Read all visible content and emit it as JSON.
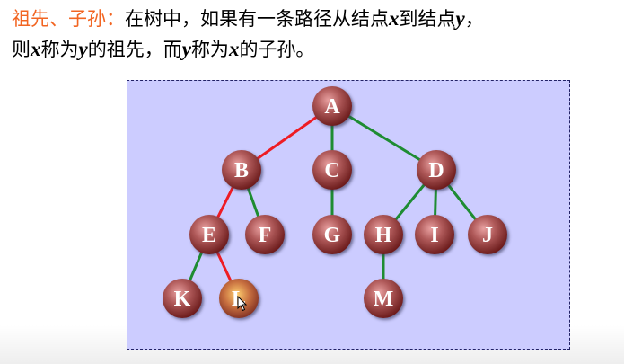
{
  "definition": {
    "term": "祖先、子孙：",
    "t1": "在树中，如果有一条路径从结点",
    "x1": "x",
    "t2": "到结点",
    "y1": "y",
    "t3": "，",
    "t4": "则",
    "x2": "x",
    "t5": "称为",
    "y2": "y",
    "t6": "的祖先，而",
    "y3": "y",
    "t7": "称为",
    "x3": "x",
    "t8": "的子孙。"
  },
  "tree": {
    "panel_color": "#ccccff",
    "node_color": "#8c3030",
    "highlight_edge_color": "#ee1c24",
    "normal_edge_color": "#1e8c32",
    "nodes": [
      {
        "id": "A",
        "label": "A"
      },
      {
        "id": "B",
        "label": "B"
      },
      {
        "id": "C",
        "label": "C"
      },
      {
        "id": "D",
        "label": "D"
      },
      {
        "id": "E",
        "label": "E"
      },
      {
        "id": "F",
        "label": "F"
      },
      {
        "id": "G",
        "label": "G"
      },
      {
        "id": "H",
        "label": "H"
      },
      {
        "id": "I",
        "label": "I"
      },
      {
        "id": "J",
        "label": "J"
      },
      {
        "id": "K",
        "label": "K"
      },
      {
        "id": "L",
        "label": "L"
      },
      {
        "id": "M",
        "label": "M"
      }
    ],
    "edges": [
      {
        "from": "A",
        "to": "B",
        "highlight": true
      },
      {
        "from": "A",
        "to": "C",
        "highlight": false
      },
      {
        "from": "A",
        "to": "D",
        "highlight": false
      },
      {
        "from": "B",
        "to": "E",
        "highlight": true
      },
      {
        "from": "B",
        "to": "F",
        "highlight": false
      },
      {
        "from": "C",
        "to": "G",
        "highlight": false
      },
      {
        "from": "D",
        "to": "H",
        "highlight": false
      },
      {
        "from": "D",
        "to": "I",
        "highlight": false
      },
      {
        "from": "D",
        "to": "J",
        "highlight": false
      },
      {
        "from": "E",
        "to": "K",
        "highlight": false
      },
      {
        "from": "E",
        "to": "L",
        "highlight": true
      },
      {
        "from": "H",
        "to": "M",
        "highlight": false
      }
    ]
  }
}
